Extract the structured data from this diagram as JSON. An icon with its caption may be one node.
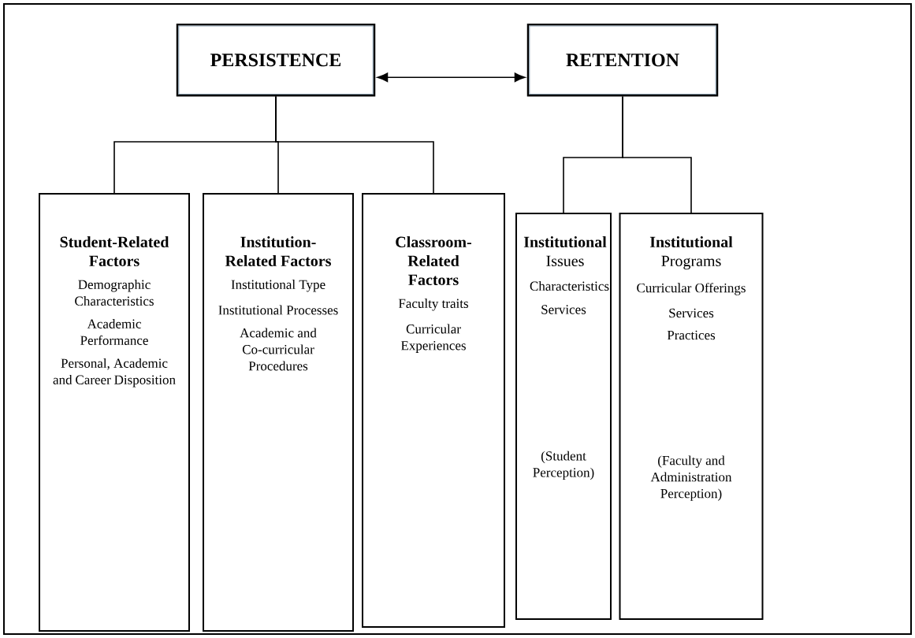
{
  "diagram": {
    "nodes": [
      {
        "text": [
          "PERSISTENCE"
        ]
      },
      {
        "text": [
          "RETENTION"
        ]
      },
      {
        "text": [
          "Student-Related Factors",
          "Demographic Characteristics",
          "Academic Performance",
          "Personal, Academic and Career Disposition"
        ]
      },
      {
        "text": [
          "Institution-Related Factors",
          "Institutional Type",
          "Institutional Processes",
          "Academic and Co-curricular Procedures"
        ]
      },
      {
        "text": [
          "Classroom-Related Factors",
          "Faculty traits",
          "Curricular Experiences"
        ]
      },
      {
        "text": [
          "**Institutional** Issues",
          "Characteristics",
          "Services",
          "(Student Perception)"
        ]
      },
      {
        "text": [
          "**Institutional** Programs",
          "Curricular Offerings",
          "Services",
          "Practices",
          "(Faculty and Administration Perception)"
        ]
      }
    ],
    "edges": [
      {
        "from": 0,
        "to": 1,
        "arrow": "both"
      },
      {
        "from": 0,
        "to": 2,
        "arrow": "none"
      },
      {
        "from": 0,
        "to": 3,
        "arrow": "none"
      },
      {
        "from": 0,
        "to": 4,
        "arrow": "none"
      },
      {
        "from": 1,
        "to": 5,
        "arrow": "none"
      },
      {
        "from": 1,
        "to": 6,
        "arrow": "none"
      }
    ]
  }
}
